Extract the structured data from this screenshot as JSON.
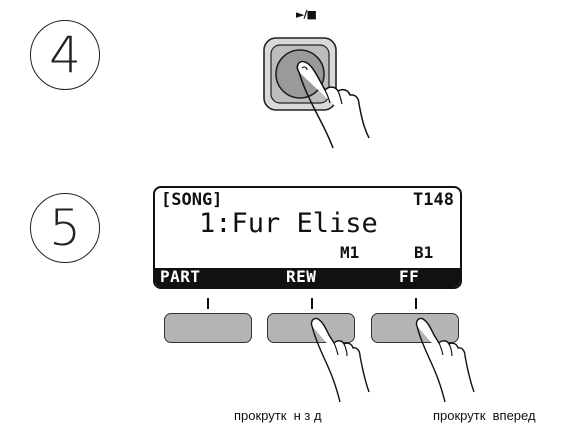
{
  "steps": {
    "four": "4",
    "five": "5"
  },
  "play_stop_label": "►/■",
  "display": {
    "mode": "[SONG]",
    "tempo": "T148",
    "song": "1:Fur Elise",
    "measure": "M1",
    "beat": "B1",
    "softkeys": [
      "PART",
      "REW",
      "FF"
    ]
  },
  "captions": {
    "rewind": "прокрутк  н з д",
    "forward": "прокрутк  вперед"
  },
  "colors": {
    "button_gray": "#b4b4b4",
    "lcd_bar": "#111111"
  },
  "icons": [
    "play-stop-icon",
    "pressing-hand-icon"
  ]
}
